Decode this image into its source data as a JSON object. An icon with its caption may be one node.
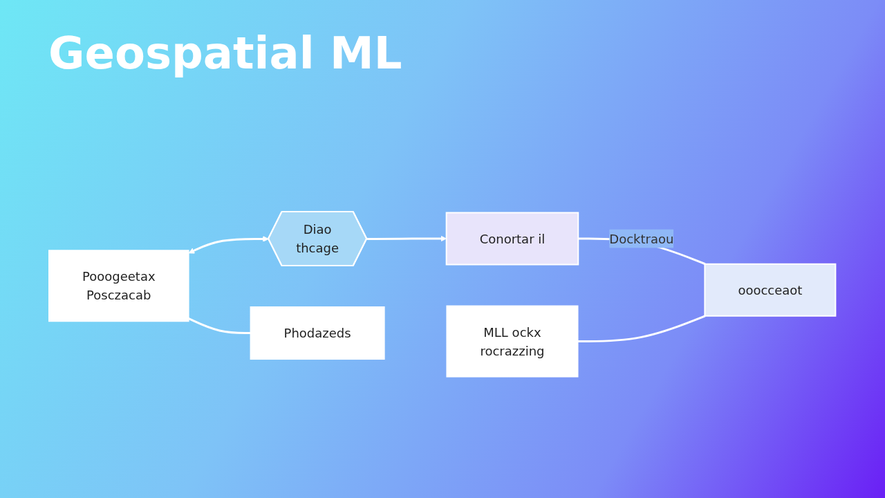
{
  "diagram": {
    "title": "Geospatial ML",
    "nodes": [
      {
        "text": [
          "Pooogeetax",
          "Posczacab"
        ]
      },
      {
        "text": [
          "Diao",
          "thcage"
        ]
      },
      {
        "text": [
          "Conortar il"
        ]
      },
      {
        "text": [
          "Phodazeds"
        ]
      },
      {
        "text": [
          "MLL ockx",
          "rocrazzing"
        ]
      },
      {
        "text": [
          "ooocceaot"
        ]
      }
    ],
    "edges": [
      {
        "from": 0,
        "to": 1,
        "arrow": "both"
      },
      {
        "from": 1,
        "to": 2,
        "arrow": "to"
      },
      {
        "from": 0,
        "to": 3,
        "arrow": "none"
      },
      {
        "from": 2,
        "to": 5,
        "arrow": "none",
        "label": "Docktraou"
      },
      {
        "from": 4,
        "to": 5,
        "arrow": "none"
      }
    ]
  }
}
